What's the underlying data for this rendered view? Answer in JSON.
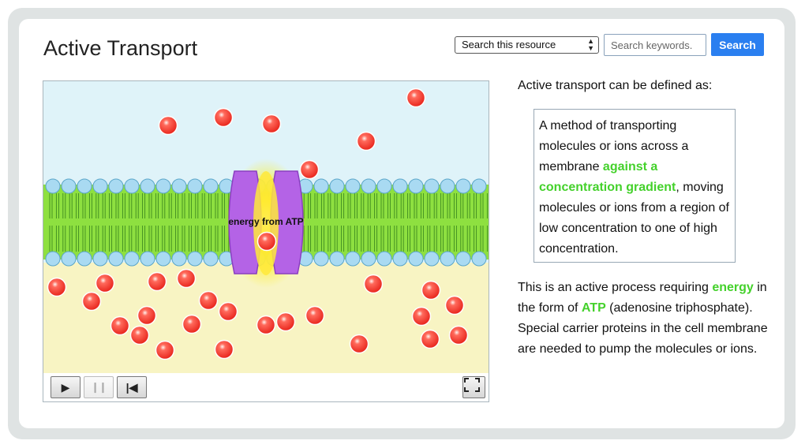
{
  "page": {
    "title": "Active Transport"
  },
  "search": {
    "scope_selected": "Search this resource",
    "placeholder": "Search keywords.",
    "button_label": "Search",
    "button_color": "#2a7ff0"
  },
  "animation": {
    "membrane_label": "energy from ATP",
    "colors": {
      "outside": "#dff3f9",
      "inside": "#f8f4c3",
      "membrane": "#8ee040",
      "phospholipid_head": "#a9daf2",
      "protein": "#b463e6",
      "glow": "#ffee00",
      "molecule": "#e8251c"
    },
    "controls": [
      {
        "name": "play-button",
        "icon": "play-icon",
        "glyph": "▶",
        "enabled": true
      },
      {
        "name": "pause-button",
        "icon": "pause-icon",
        "glyph": "⏸",
        "enabled": false
      },
      {
        "name": "restart-button",
        "icon": "skip-to-start-icon",
        "glyph": "⏮",
        "enabled": true
      },
      {
        "name": "fullscreen-button",
        "icon": "fullscreen-icon",
        "enabled": true
      }
    ]
  },
  "description": {
    "intro": "Active transport can be defined as:",
    "definition": {
      "part1": "A method of transporting molecules or ions across a membrane ",
      "highlight": "against a concentration gradient",
      "part2": ", moving molecules or ions from a region of low concentration to one of high concentration."
    },
    "process": {
      "t1": "This is an active process requiring ",
      "energy": "energy",
      "t2": " in the form of ",
      "atp": "ATP",
      "t3": " (adenosine triphosphate). Special carrier proteins in the cell membrane are needed to pump the molecules or ions."
    }
  }
}
